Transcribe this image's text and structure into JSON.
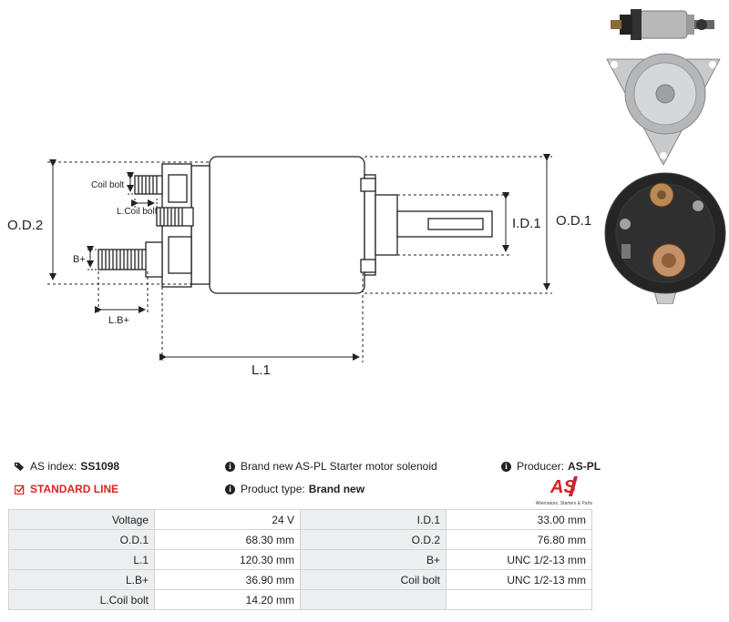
{
  "drawing": {
    "labels": {
      "od2": "O.D.2",
      "od1": "O.D.1",
      "id1": "I.D.1",
      "l1": "L.1",
      "lb": "L.B+",
      "bplus": "B+",
      "coil_bolt": "Coil bolt",
      "l_coil_bolt": "L.Coil bolt"
    }
  },
  "info": {
    "as_index_label": "AS index:",
    "as_index_value": "SS1098",
    "line": "STANDARD LINE",
    "description": "Brand new AS-PL Starter motor solenoid",
    "product_type_label": "Product type:",
    "product_type_value": "Brand new",
    "producer_label": "Producer:",
    "producer_value": "AS-PL"
  },
  "logo": {
    "mark": "AS",
    "tagline": "Alternators, Starters & Parts",
    "color": "#d2232a"
  },
  "specs": [
    {
      "k1": "Voltage",
      "v1": "24 V",
      "k2": "I.D.1",
      "v2": "33.00 mm"
    },
    {
      "k1": "O.D.1",
      "v1": "68.30 mm",
      "k2": "O.D.2",
      "v2": "76.80 mm"
    },
    {
      "k1": "L.1",
      "v1": "120.30 mm",
      "k2": "B+",
      "v2": "UNC 1/2-13 mm"
    },
    {
      "k1": "L.B+",
      "v1": "36.90 mm",
      "k2": "Coil bolt",
      "v2": "UNC 1/2-13 mm"
    },
    {
      "k1": "L.Coil bolt",
      "v1": "14.20 mm",
      "k2": "",
      "v2": ""
    }
  ]
}
